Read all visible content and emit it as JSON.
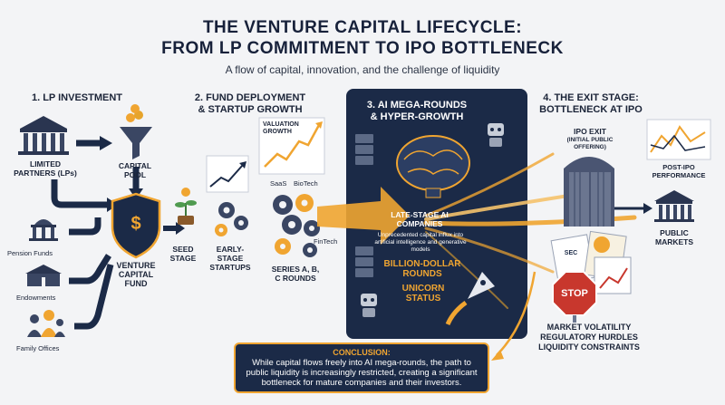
{
  "header": {
    "title_line1": "THE VENTURE CAPITAL LIFECYCLE:",
    "title_line2": "FROM LP COMMITMENT TO IPO BOTTLENECK",
    "subtitle": "A flow of capital, innovation, and the challenge of liquidity"
  },
  "section1": {
    "heading": "1. LP INVESTMENT",
    "limited_partners": "LIMITED PARTNERS (LPs)",
    "capital_pool": "CAPITAL POOL",
    "pension_funds": "Pension Funds",
    "endowments": "Endowments",
    "family_offices": "Family Offices",
    "vc_fund": "VENTURE CAPITAL FUND",
    "fund_symbol": "$"
  },
  "section2": {
    "heading_line1": "2. FUND DEPLOYMENT",
    "heading_line2": "& STARTUP GROWTH",
    "valuation_growth": "VALUATION GROWTH",
    "saas": "SaaS",
    "biotech": "BioTech",
    "fintech": "FinTech",
    "seed_stage": "SEED STAGE",
    "early_stage": "EARLY-STAGE STARTUPS",
    "series_rounds": "SERIES A, B, C ROUNDS"
  },
  "section3": {
    "heading_line1": "3. AI MEGA-ROUNDS",
    "heading_line2": "& HYPER-GROWTH",
    "late_stage": "LATE-STAGE AI COMPANIES",
    "description": "Unprecedented capital influx into artificial intelligence and generative models",
    "billion_dollar": "BILLION-DOLLAR ROUNDS",
    "unicorn": "UNICORN STATUS"
  },
  "section4": {
    "heading_line1": "4. THE EXIT STAGE:",
    "heading_line2": "BOTTLENECK AT IPO",
    "ipo_exit": "IPO EXIT",
    "ipo_sub": "(INITIAL PUBLIC OFFERING)",
    "post_ipo": "POST-IPO PERFORMANCE",
    "public_markets": "PUBLIC MARKETS",
    "stop": "STOP",
    "sec": "SEC",
    "market_volatility": "MARKET VOLATILITY",
    "regulatory": "REGULATORY HURDLES",
    "liquidity": "LIQUIDITY CONSTRAINTS"
  },
  "conclusion": {
    "heading": "CONCLUSION:",
    "text": "While capital flows freely into AI mega-rounds, the path to public liquidity is increasingly restricted, creating a significant bottleneck for mature companies and their investors."
  },
  "colors": {
    "navy": "#1b2a47",
    "gold": "#f0a531",
    "stop_red": "#c8372d"
  }
}
